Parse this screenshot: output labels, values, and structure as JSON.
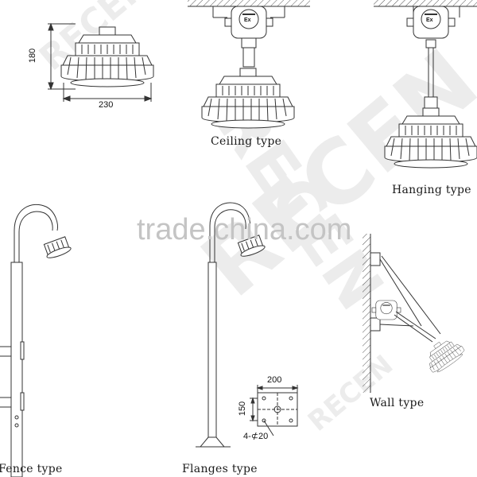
{
  "labels": {
    "ceiling": "Ceiling type",
    "hanging": "Hanging type",
    "fence": "Fence type",
    "flanges": "Flanges type",
    "wall": "Wall type"
  },
  "dimensions": {
    "height": "180",
    "width": "230",
    "flange_width": "200",
    "flange_height": "150",
    "holes": "4-⊄20"
  },
  "watermarks": {
    "site": "trade.china.com",
    "brand": "RECEN"
  },
  "fixture_text": {
    "junction_box": "Ex"
  },
  "colors": {
    "line": "#333333",
    "watermark": "#c9c9c9"
  }
}
